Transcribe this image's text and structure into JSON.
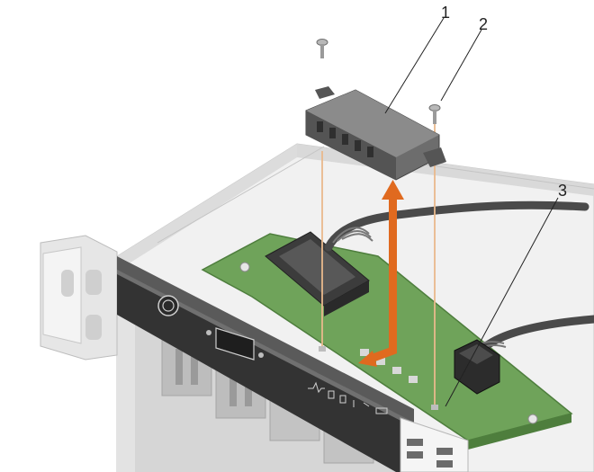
{
  "callouts": [
    {
      "number": "1"
    },
    {
      "number": "2"
    },
    {
      "number": "3"
    }
  ],
  "colors": {
    "chassis": "#e8e8e8",
    "chassis_shadow": "#cfcfcf",
    "board": "#6fa35a",
    "board_dark": "#4e7e3d",
    "panel": "#3a3a3a",
    "module": "#6d6d6d",
    "arrow": "#e06a1f",
    "guide": "#e9b98c",
    "cable": "#4a4a4a"
  },
  "icons": [
    "power-button-icon",
    "vga-port-icon",
    "status-led-icons",
    "screw-icon",
    "control-panel-module-icon",
    "direction-arrow-icon"
  ]
}
